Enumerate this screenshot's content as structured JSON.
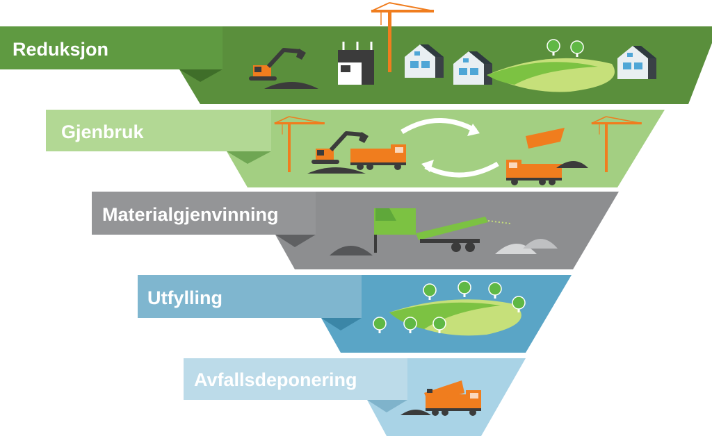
{
  "levels": [
    {
      "label": "Reduksjon",
      "band_color": "#5a8f3c",
      "tab_color": "#5f9a41"
    },
    {
      "label": "Gjenbruk",
      "band_color": "#a3cf82",
      "tab_color": "#b2d894"
    },
    {
      "label": "Materialgjenvinning",
      "band_color": "#8d8e90",
      "tab_color": "#949597"
    },
    {
      "label": "Utfylling",
      "band_color": "#5aa5c6",
      "tab_color": "#7fb6cf"
    },
    {
      "label": "Avfallsdeponering",
      "band_color": "#a9d3e6",
      "tab_color": "#bcdbe9"
    }
  ],
  "colors": {
    "machine": "#f07d1e",
    "dark": "#3b3b3b",
    "field_green": "#7cc242",
    "field_light": "#c6e07a",
    "tree": "#5fb845",
    "arrow": "#ffffff"
  },
  "icons": [
    "excavator-icon",
    "crane-icon",
    "house-icon",
    "tree-icon",
    "dump-truck-icon",
    "recycle-arrows-icon",
    "crusher-conveyor-icon",
    "gravel-pile-icon",
    "landfill-field-icon"
  ]
}
